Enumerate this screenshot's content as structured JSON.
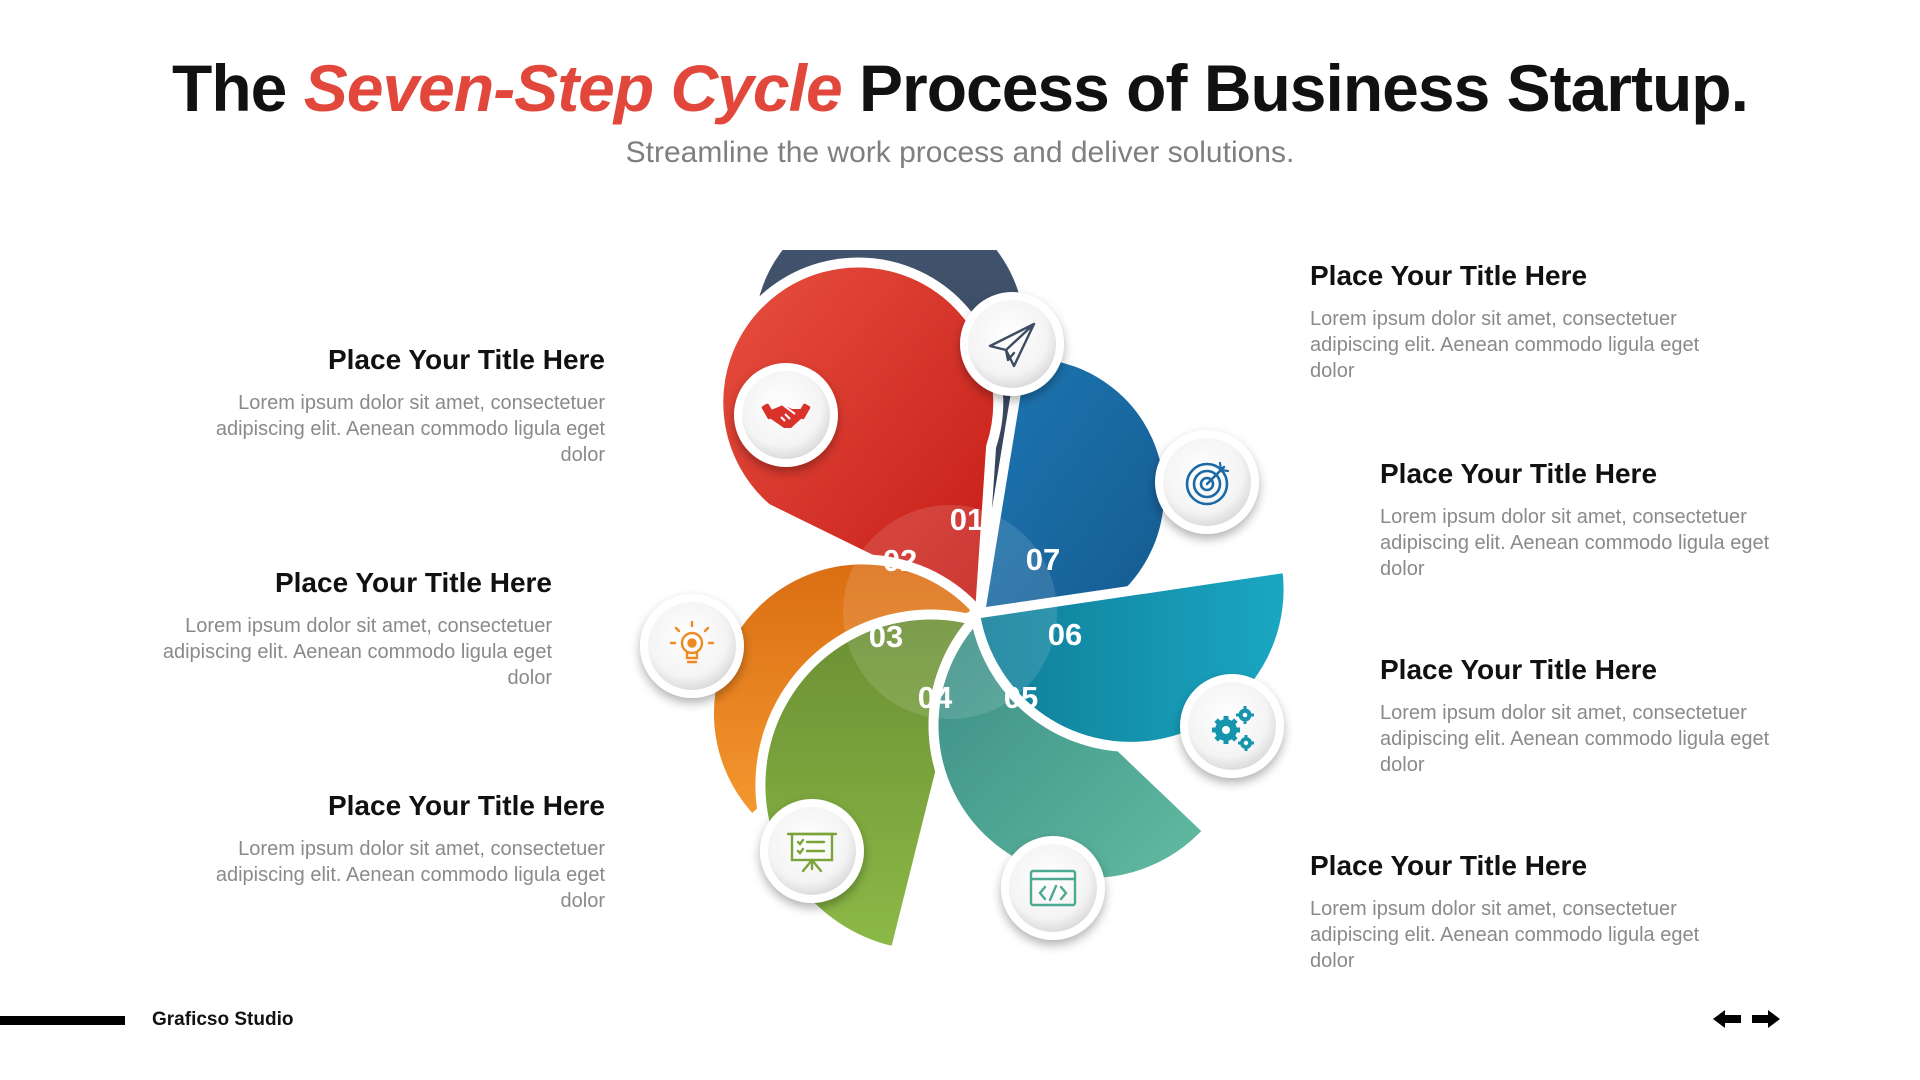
{
  "header": {
    "title_before": "The",
    "title_accent": "Seven-Step Cycle",
    "title_after": "Process of Business Startup.",
    "subtitle": "Streamline the work process and deliver solutions."
  },
  "steps": [
    {
      "number": "01",
      "icon": "handshake-icon",
      "color": "#d9322a",
      "title": "Place Your Title Here",
      "text": "Lorem ipsum dolor sit amet, consectetuer adipiscing elit. Aenean commodo ligula eget dolor"
    },
    {
      "number": "02",
      "icon": "lightbulb-icon",
      "color": "#ee8a22",
      "title": "Place Your Title Here",
      "text": "Lorem ipsum dolor sit amet, consectetuer adipiscing elit. Aenean commodo ligula eget dolor"
    },
    {
      "number": "03",
      "icon": "presentation-board-icon",
      "color": "#7aa33a",
      "title": "Place Your Title Here",
      "text": "Lorem ipsum dolor sit amet, consectetuer adipiscing elit. Aenean commodo ligula eget dolor"
    },
    {
      "number": "04",
      "icon": "code-window-icon",
      "color": "#4fa891",
      "title": "Place Your Title Here",
      "text": "Lorem ipsum dolor sit amet, consectetuer adipiscing elit. Aenean commodo ligula eget dolor"
    },
    {
      "number": "05",
      "icon": "gears-icon",
      "color": "#1596ad",
      "title": "Place Your Title Here",
      "text": "Lorem ipsum dolor sit amet, consectetuer adipiscing elit. Aenean commodo ligula eget dolor"
    },
    {
      "number": "06",
      "icon": "target-icon",
      "color": "#1b6aa5",
      "title": "Place Your Title Here",
      "text": "Lorem ipsum dolor sit amet, consectetuer adipiscing elit. Aenean commodo ligula eget dolor"
    },
    {
      "number": "07",
      "icon": "paper-plane-icon",
      "color": "#3d4c62",
      "title": "Place Your Title Here",
      "text": "Lorem ipsum dolor sit amet, consectetuer adipiscing elit. Aenean commodo ligula eget dolor"
    }
  ],
  "footer": {
    "brand": "Graficso Studio",
    "prev_icon": "arrow-left-icon",
    "next_icon": "arrow-right-icon"
  }
}
